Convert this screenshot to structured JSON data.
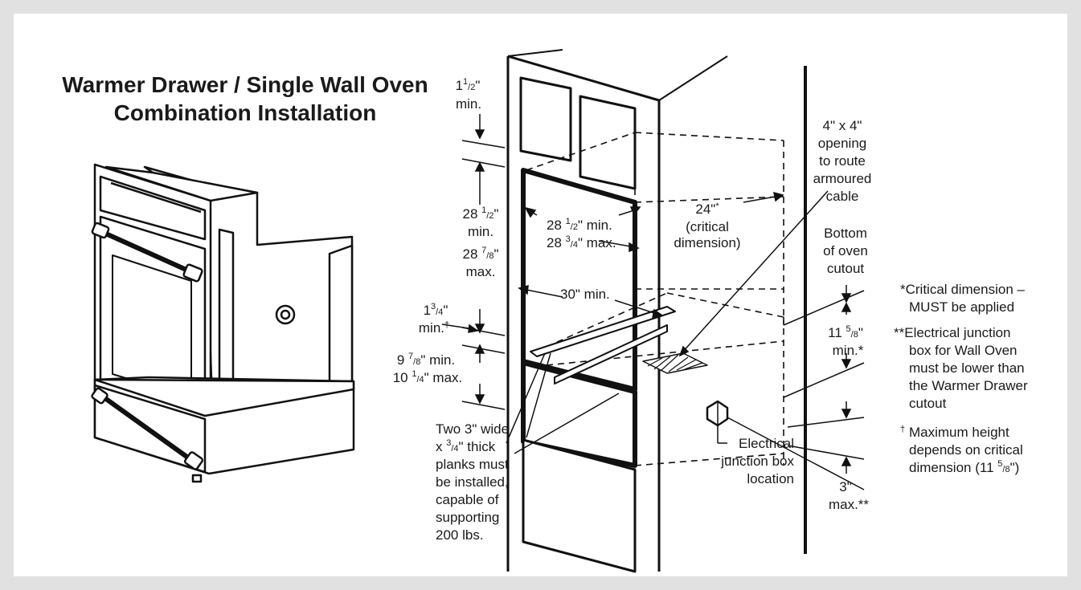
{
  "title": {
    "line1": "Warmer Drawer / Single Wall Oven",
    "line2": "Combination Installation"
  },
  "labels": {
    "top_gap": {
      "w": "1",
      "n": "1",
      "d": "2",
      "u": "\"",
      "line2": "min."
    },
    "oven_h": {
      "line1_w": "28 ",
      "line1_n": "1",
      "line1_d": "2",
      "line1_u": "\"",
      "line2": "min.",
      "line3_w": "28 ",
      "line3_n": "7",
      "line3_d": "8",
      "line3_u": "\"",
      "line4": "max."
    },
    "oven_w": {
      "l1w": "28 ",
      "l1n": "1",
      "l1d": "2",
      "l1u": "\" min.",
      "l2w": "28 ",
      "l2n": "3",
      "l2d": "4",
      "l2u": "\" max."
    },
    "depth": {
      "line1": "24\"",
      "star": "*",
      "line2": "(critical",
      "line3": "dimension)"
    },
    "min_width": "30\" min.",
    "opening": [
      "4\" x 4\"",
      "opening",
      "to route",
      "armoured",
      "cable"
    ],
    "bottom_cutout": [
      "Bottom",
      "of oven",
      "cutout"
    ],
    "gap_mid": {
      "w": "1",
      "n": "3",
      "d": "4",
      "u": "\"",
      "line2": "min.",
      "dagger": "†"
    },
    "drawer_h": {
      "l1w": "9 ",
      "l1n": "7",
      "l1d": "8",
      "l1u": "\" min.",
      "l2w": "10 ",
      "l2n": "1",
      "l2d": "4",
      "l2u": "\" max."
    },
    "planks": [
      "Two 3\" wide",
      "x ",
      "3",
      "4",
      "\" thick",
      "planks must",
      "be installed,",
      "capable of",
      "supporting",
      "200 lbs."
    ],
    "critical_gap": {
      "w": "11 ",
      "n": "5",
      "d": "8",
      "u": "\"",
      "line2": "min.*"
    },
    "junction": [
      "Electrical",
      "junction box",
      "location"
    ],
    "max3": [
      "3\"",
      "max.**"
    ]
  },
  "notes": {
    "n1": [
      "*Critical dimension –",
      "MUST be applied"
    ],
    "n2": [
      "**Electrical junction",
      "box for Wall Oven",
      "must be lower than",
      "the Warmer Drawer",
      "cutout"
    ],
    "n3": [
      "†",
      "Maximum height",
      "depends on critical",
      "dimension (11 ",
      "5",
      "8",
      "\")"
    ]
  }
}
